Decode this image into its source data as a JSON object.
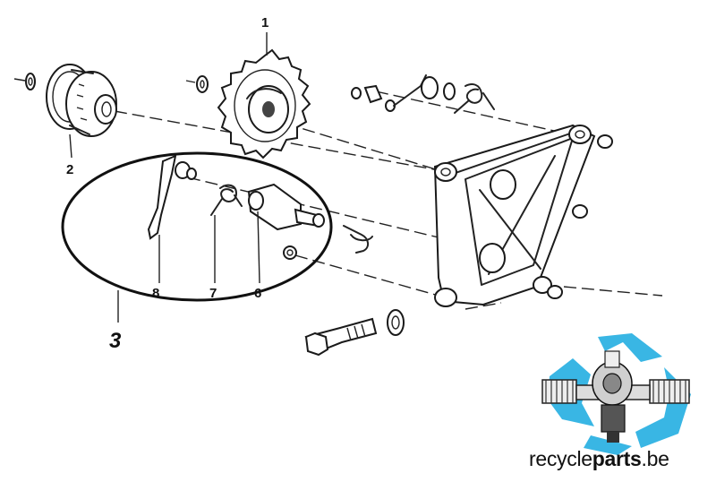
{
  "callouts": {
    "part_1": "1",
    "part_2": "2",
    "part_3": "3",
    "part_6": "6",
    "part_7": "7",
    "part_8": "8"
  },
  "brand": {
    "prefix": "recycle",
    "strong": "parts",
    "suffix": ".be"
  },
  "colors": {
    "line_art": "#1a1a1a",
    "logo_arrow": "#39b6e4",
    "background": "#ffffff"
  },
  "icons": {
    "logo": "recycle-arrows-with-engine"
  }
}
